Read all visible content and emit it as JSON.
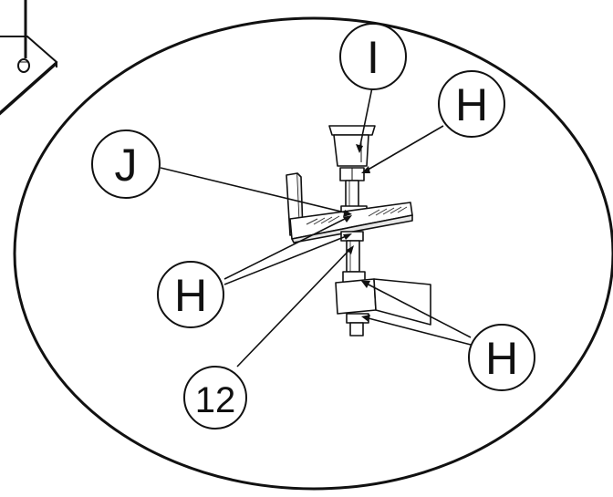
{
  "colors": {
    "line": "#111111",
    "fill": "#ffffff",
    "hatch": "#333333",
    "shade": "#e6e6e6"
  },
  "callouts": {
    "i": "I",
    "h_top": "H",
    "j": "J",
    "h_left": "H",
    "part_12": "12",
    "h_bottom_right": "H"
  }
}
